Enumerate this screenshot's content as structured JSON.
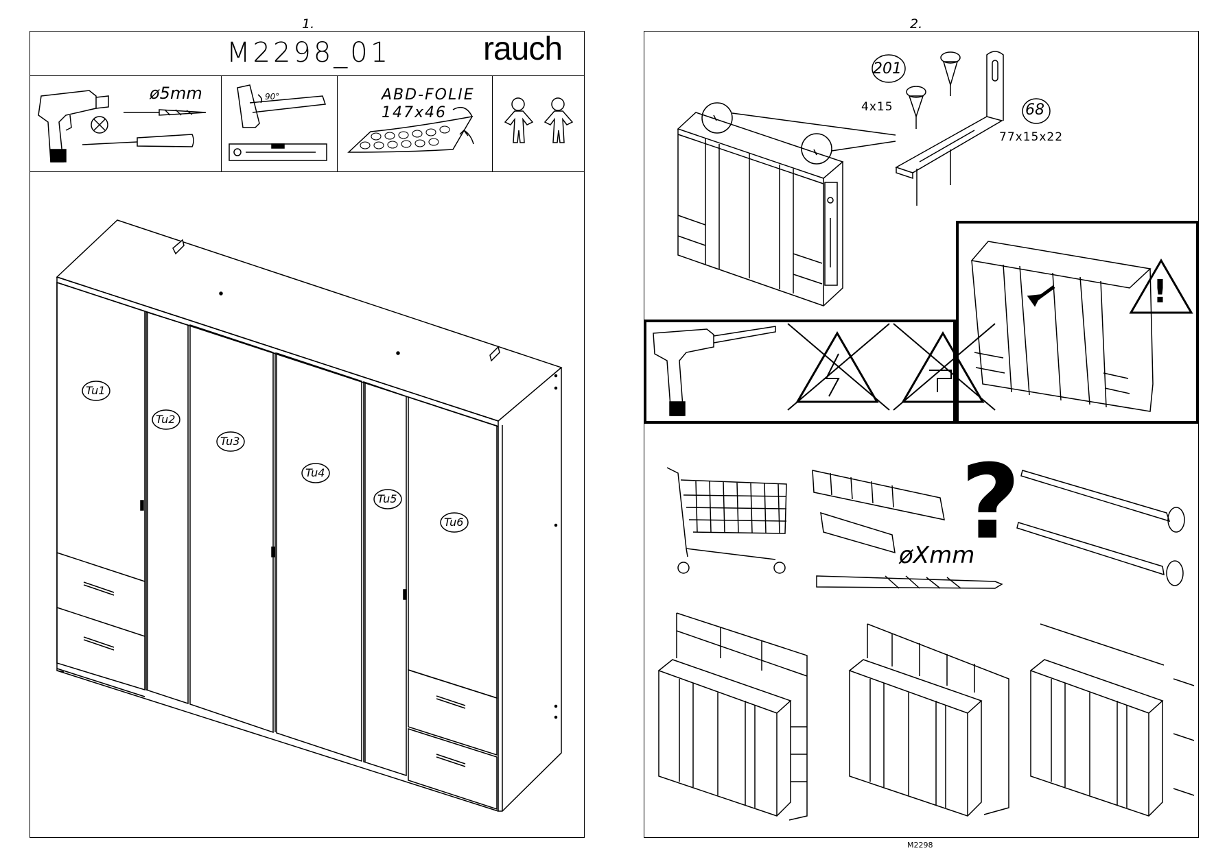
{
  "left_page": {
    "page_number": "1.",
    "model_code": "M2298_01",
    "brand": "rauch",
    "tools": {
      "drill_bit": "ø5mm",
      "square_angle": "90°",
      "foil_name": "ABD-FOLIE",
      "foil_size": "147x46"
    },
    "door_labels": [
      "Tu1",
      "Tu2",
      "Tu3",
      "Tu4",
      "Tu5",
      "Tu6"
    ]
  },
  "right_page": {
    "page_number": "2.",
    "screw_part_number": "201",
    "screw_size": "4x15",
    "bracket_part_number": "68",
    "bracket_size": "77x15x22",
    "drill_size": "øXmm",
    "question_mark": "?",
    "warning_mark": "!"
  },
  "footer_code": "M2298",
  "icons": [
    "drill-icon",
    "drill-bit-icon",
    "screwdriver-icon",
    "square-icon",
    "level-icon",
    "foil-icon",
    "two-persons-icon",
    "warning-no-electricity-icon",
    "warning-no-water-icon",
    "warning-tip-over-icon",
    "shopping-cart-icon",
    "wall-plug-icon",
    "screw-icon"
  ]
}
